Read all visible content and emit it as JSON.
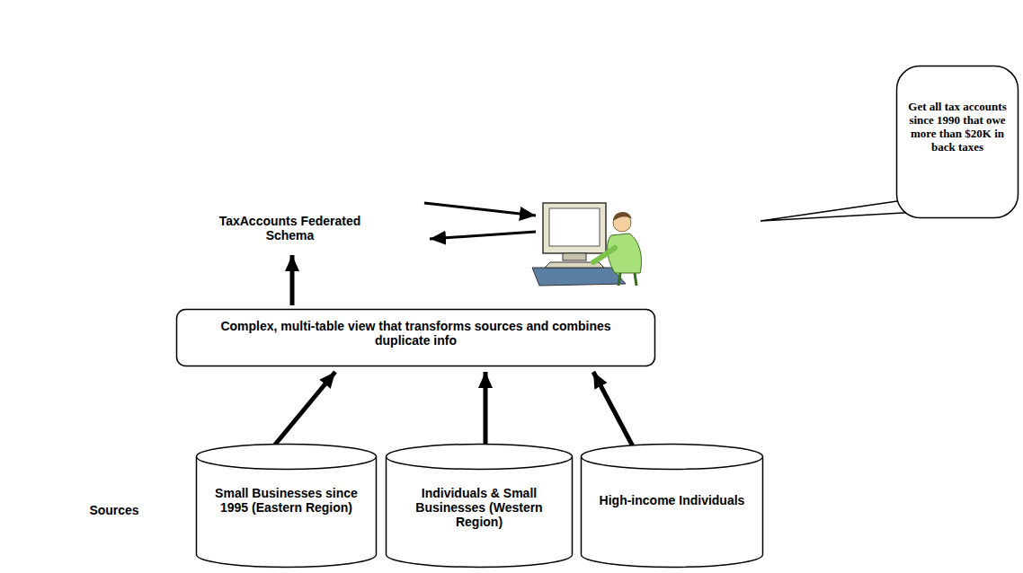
{
  "diagram": {
    "nodes": [
      {
        "text": [
          "Get all tax accounts since 1990 that owe more than $20K in back taxes"
        ]
      },
      {
        "text": [
          "Complex, multi-table view that transforms sources and combines duplicate info"
        ]
      },
      {
        "text": [
          "Small Businesses since 1995 (Eastern Region)"
        ]
      },
      {
        "text": [
          "Individuals & Small Businesses (Western Region)"
        ]
      },
      {
        "text": [
          "High-income Individuals"
        ]
      }
    ],
    "edges": [
      {
        "from": 2,
        "to": 1,
        "arrow": "to"
      },
      {
        "from": 3,
        "to": 1,
        "arrow": "to"
      },
      {
        "from": 4,
        "to": 1,
        "arrow": "to"
      }
    ],
    "labels": [
      "TaxAccounts Federated Schema",
      "Sources"
    ]
  }
}
